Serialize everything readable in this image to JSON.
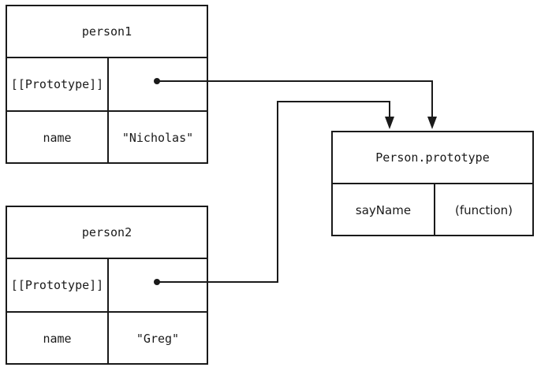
{
  "objects": [
    {
      "title": "person1",
      "rows": [
        {
          "key": "[[Prototype]]",
          "value": ""
        },
        {
          "key": "name",
          "value": "\"Nicholas\""
        }
      ]
    },
    {
      "title": "person2",
      "rows": [
        {
          "key": "[[Prototype]]",
          "value": ""
        },
        {
          "key": "name",
          "value": "\"Greg\""
        }
      ]
    },
    {
      "title": "Person.prototype",
      "rows": [
        {
          "key": "sayName",
          "value": "(function)"
        }
      ]
    }
  ]
}
